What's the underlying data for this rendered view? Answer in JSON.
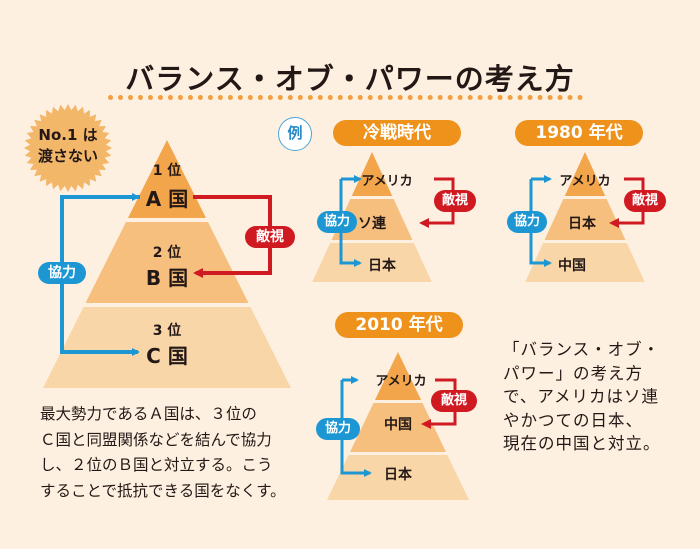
{
  "title": "バランス・オブ・パワーの考え方",
  "badge": {
    "line1": "No.1 は",
    "line2": "渡さない"
  },
  "example_label": "例",
  "main_pyramid": {
    "tiers": [
      {
        "rank": "1 位",
        "country": "A 国"
      },
      {
        "rank": "2 位",
        "country": "B 国"
      },
      {
        "rank": "3 位",
        "country": "C 国"
      }
    ],
    "cooperation": "協力",
    "hostility": "敵視"
  },
  "eras": [
    {
      "label": "冷戦時代",
      "top": "アメリカ",
      "middle": "ソ連",
      "bottom": "日本",
      "cooperation": "協力",
      "hostility": "敵視"
    },
    {
      "label": "1980 年代",
      "top": "アメリカ",
      "middle": "日本",
      "bottom": "中国",
      "cooperation": "協力",
      "hostility": "敵視"
    },
    {
      "label": "2010 年代",
      "top": "アメリカ",
      "middle": "中国",
      "bottom": "日本",
      "cooperation": "協力",
      "hostility": "敵視"
    }
  ],
  "explanation_left": [
    "最大勢力であるＡ国は、３位の",
    "Ｃ国と同盟関係などを結んで協力",
    "し、２位のＢ国と対立する。こう",
    "することで抵抗できる国をなくす。"
  ],
  "explanation_right": [
    "「バランス・オブ・",
    "パワー」の考え方",
    "で、アメリカはソ連",
    "やかつての日本、",
    "現在の中国と対立。"
  ],
  "colors": {
    "background": "#fdf0e1",
    "tier1": "#f2a54a",
    "tier2": "#f6bf7e",
    "tier3": "#f9d6a8",
    "blue": "#1d97d4",
    "red": "#cf1a22",
    "era": "#ef921c"
  }
}
